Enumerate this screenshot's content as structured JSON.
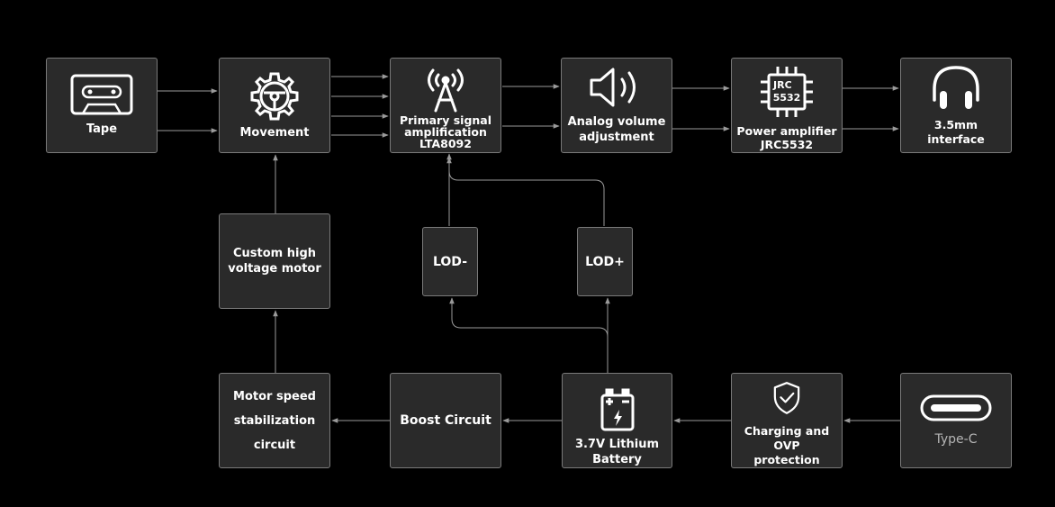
{
  "nodes": {
    "tape": "Tape",
    "movement": "Movement",
    "primary": "Primary signal\namplification\nLTA8092",
    "volume": "Analog volume\nadjustment",
    "power": "Power amplifier\nJRC5532",
    "chip_text_1": "JRC",
    "chip_text_2": "5532",
    "interface": "3.5mm\ninterface",
    "motor": "Custom high\nvoltage motor",
    "lod_minus": "LOD-",
    "lod_plus": "LOD+",
    "stabilization": "Motor speed\nstabilization\ncircuit",
    "boost": "Boost Circuit",
    "battery": "3.7V Lithium\nBattery",
    "charging": "Charging and OVP\nprotection",
    "typec": "Type-C"
  },
  "colors": {
    "background": "#000000",
    "box_fill": "#2a2a2a",
    "box_border": "#7a7a7a",
    "wire": "#9a9a9a"
  }
}
